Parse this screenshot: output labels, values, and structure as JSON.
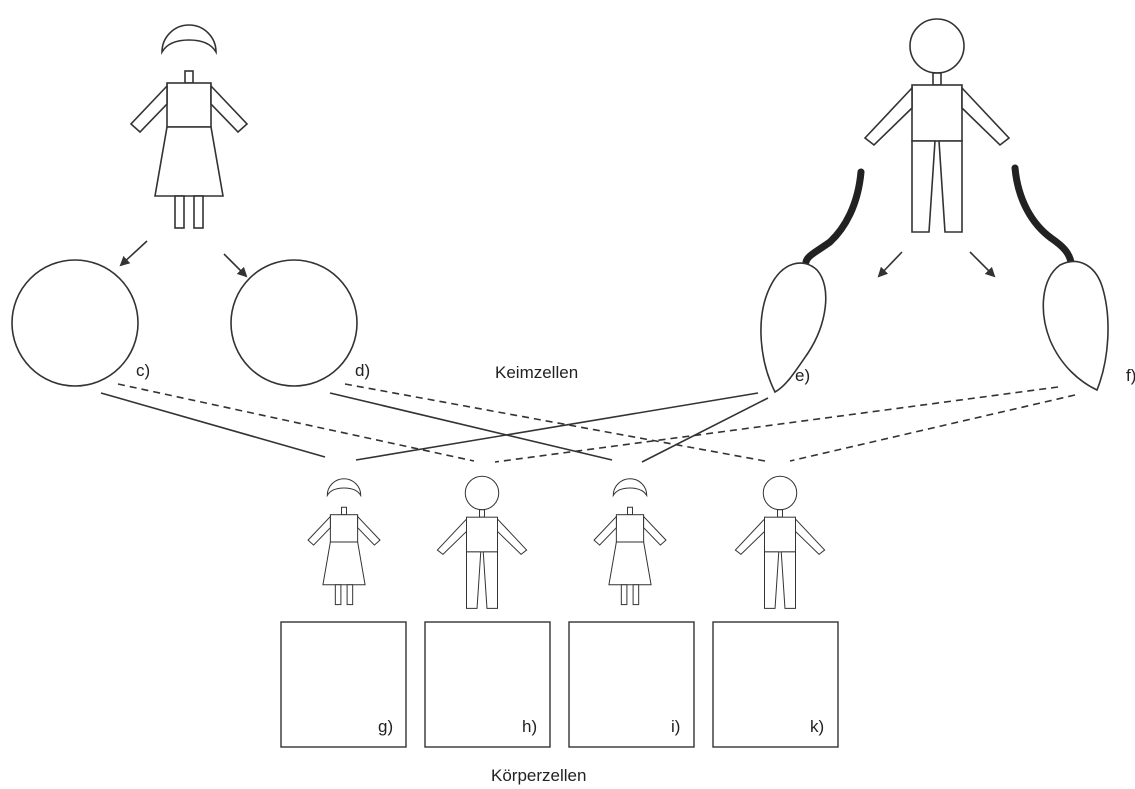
{
  "diagram": {
    "germ_cells_label": "Keimzellen",
    "body_cells_label": "Körperzellen",
    "cell_labels": {
      "c": "c)",
      "d": "d)",
      "e": "e)",
      "f": "f)",
      "g": "g)",
      "h": "h)",
      "i": "i)",
      "k": "k)"
    }
  }
}
